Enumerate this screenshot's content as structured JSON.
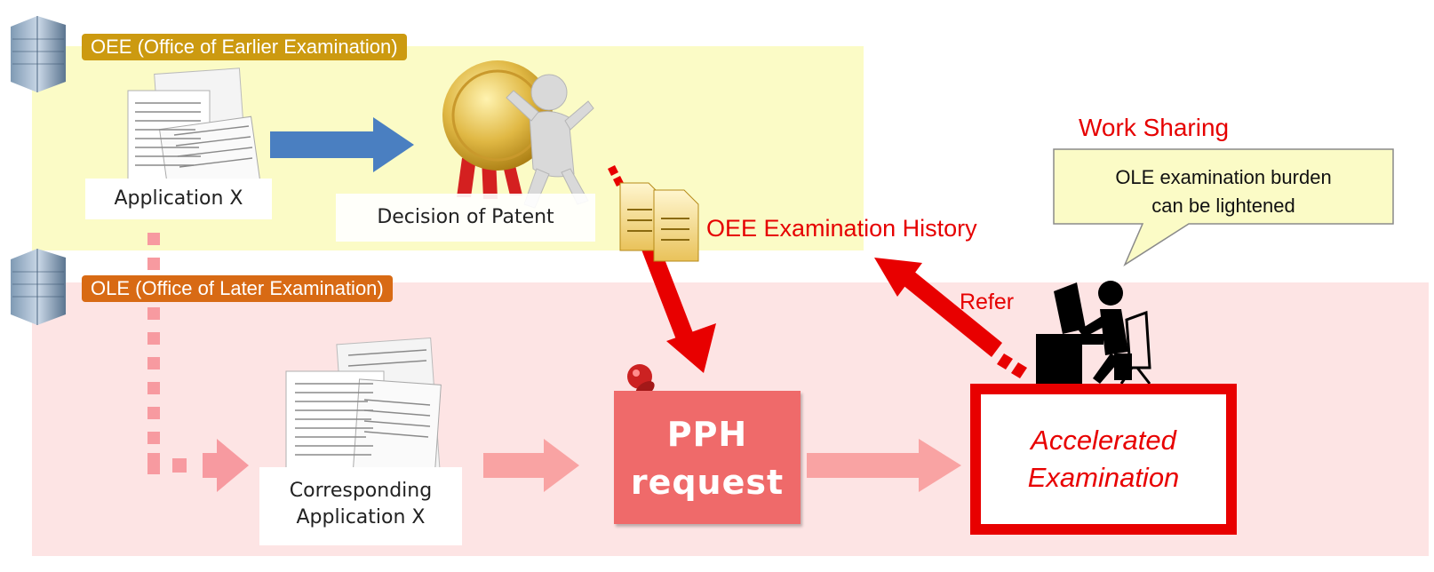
{
  "oee": {
    "label": "OEE (Office of Earlier Examination)"
  },
  "ole": {
    "label": "OLE (Office of Later Examination)"
  },
  "application": {
    "caption": "Application X"
  },
  "decision": {
    "caption": "Decision of Patent"
  },
  "history": {
    "label": "OEE Examination History"
  },
  "corresponding": {
    "line1": "Corresponding",
    "line2": "Application X"
  },
  "pph": {
    "line1": "PPH",
    "line2": "request"
  },
  "accelerated": {
    "line1": "Accelerated",
    "line2": "Examination"
  },
  "refer": {
    "label": "Refer"
  },
  "work_sharing": {
    "title": "Work Sharing",
    "callout_line1": "OLE examination burden",
    "callout_line2": "can be lightened"
  },
  "colors": {
    "oee_region": "#fbfbc6",
    "ole_region": "#fde4e4",
    "oee_label": "#cc9a10",
    "ole_label": "#d86a14",
    "accent_red": "#e60000",
    "flow_pink": "#f9a3a3",
    "flow_blue": "#4a7fc1"
  },
  "icons": [
    "office-building-icon",
    "document-stack-icon",
    "gold-medal-icon",
    "person-figure-icon",
    "file-copy-icon",
    "pushpin-icon",
    "worker-at-desk-icon"
  ]
}
